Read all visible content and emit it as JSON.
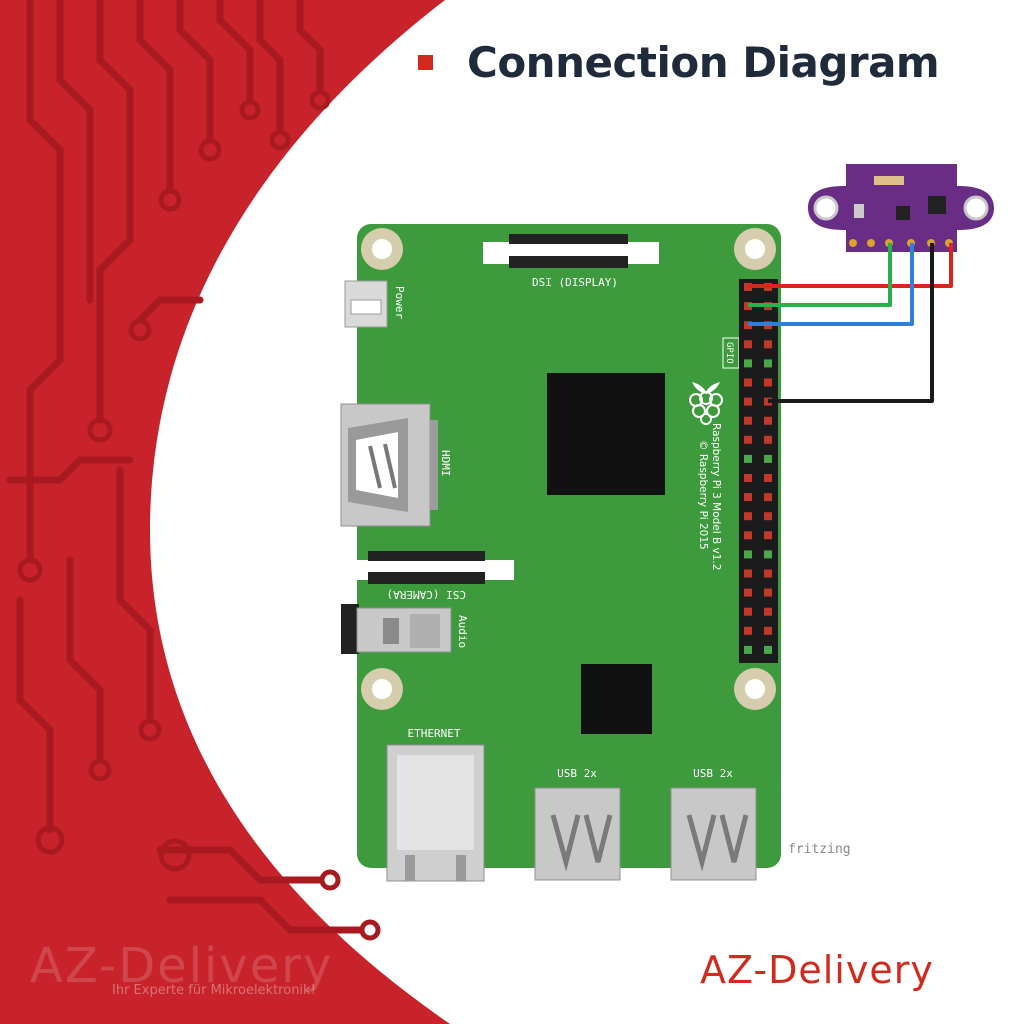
{
  "title": "Connection Diagram",
  "board": {
    "name": "Raspberry Pi 3 Model B v1.2",
    "copyright": "© Raspberry Pi 2015",
    "labels": {
      "dsi": "DSI (DISPLAY)",
      "power": "Power",
      "hdmi": "HDMI",
      "csi": "CSI (CAMERA)",
      "audio": "Audio",
      "gpio": "GPIO",
      "ethernet": "ETHERNET",
      "usb1": "USB 2x",
      "usb2": "USB 2x"
    }
  },
  "credit": "fritzing",
  "brand": "AZ-Delivery",
  "watermark": {
    "main": "AZ-Delivery",
    "sub": "Ihr Experte für Mikroelektronik!"
  },
  "colors": {
    "accent_red": "#d12b20",
    "title_text": "#1f2a3a",
    "pcb_green": "#3d9a3d",
    "sensor_purple": "#6a2d86",
    "wire_red": "#d9251c",
    "wire_green": "#26b14a",
    "wire_blue": "#2f7fd6",
    "wire_black": "#1a1a1a"
  }
}
